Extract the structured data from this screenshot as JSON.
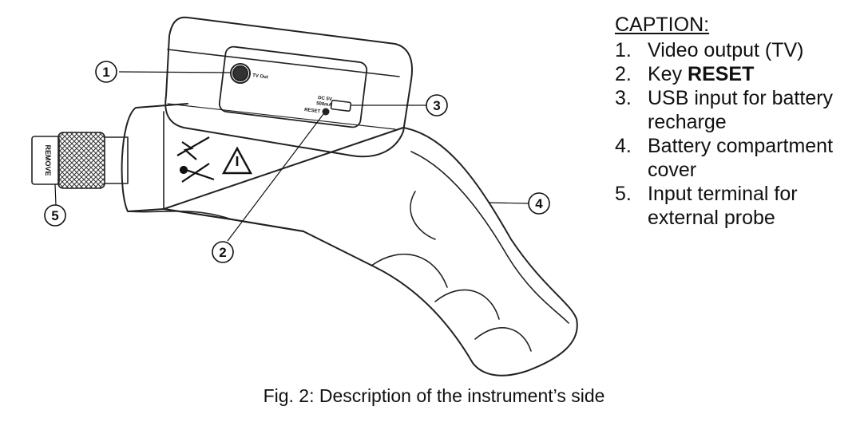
{
  "caption": {
    "heading": "CAPTION:",
    "items": [
      {
        "num": "1.",
        "text": "Video output (TV)"
      },
      {
        "num": "2.",
        "prefix": "Key ",
        "bold": "RESET"
      },
      {
        "num": "3.",
        "text": "USB input for battery recharge"
      },
      {
        "num": "4.",
        "text": "Battery compartment cover"
      },
      {
        "num": "5.",
        "text": "Input terminal for external probe"
      }
    ]
  },
  "callouts": [
    "1",
    "2",
    "3",
    "4",
    "5"
  ],
  "device_labels": {
    "tv_out": "TV Out",
    "usb": "DC 5V",
    "usb_sub": "500mA",
    "reset": "RESET",
    "remove": "REMOVE"
  },
  "figure_caption": "Fig. 2: Description of the instrument’s side"
}
